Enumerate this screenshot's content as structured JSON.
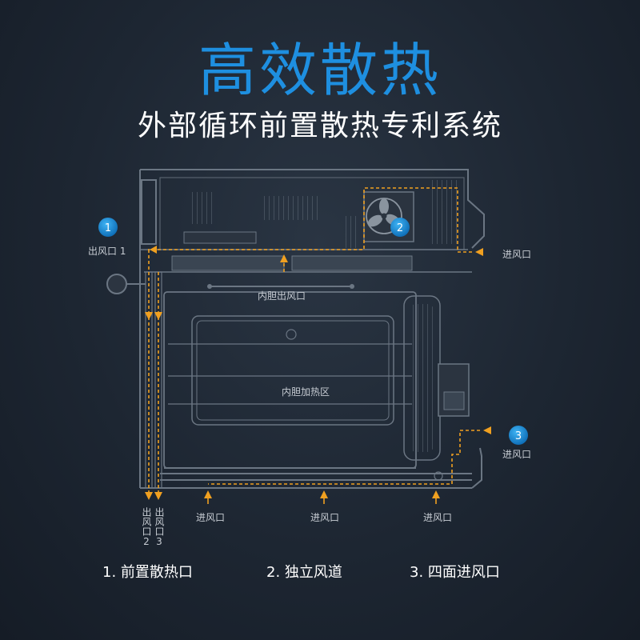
{
  "title": "高效散热",
  "subtitle": "外部循环前置散热专利系统",
  "colors": {
    "title": "#1e8fe0",
    "accent_line": "#f0a020",
    "badge": "#1a8fd8",
    "outline": "#6b7683"
  },
  "diagram": {
    "badges": [
      {
        "number": "1"
      },
      {
        "number": "2"
      },
      {
        "number": "3"
      }
    ],
    "labels": {
      "outlet1": "出风口 1",
      "inner_outlet": "内胆出风口",
      "inner_heating": "内胆加热区",
      "inlet_right_top": "进风口",
      "inlet_right_mid": "进风口",
      "inlet_bottom_1": "进风口",
      "inlet_bottom_2": "进风口",
      "inlet_bottom_3": "进风口",
      "outlet2": "出风口2",
      "outlet3": "出风口3"
    }
  },
  "features": [
    {
      "label": "1. 前置散热口"
    },
    {
      "label": "2. 独立风道"
    },
    {
      "label": "3. 四面进风口"
    }
  ]
}
